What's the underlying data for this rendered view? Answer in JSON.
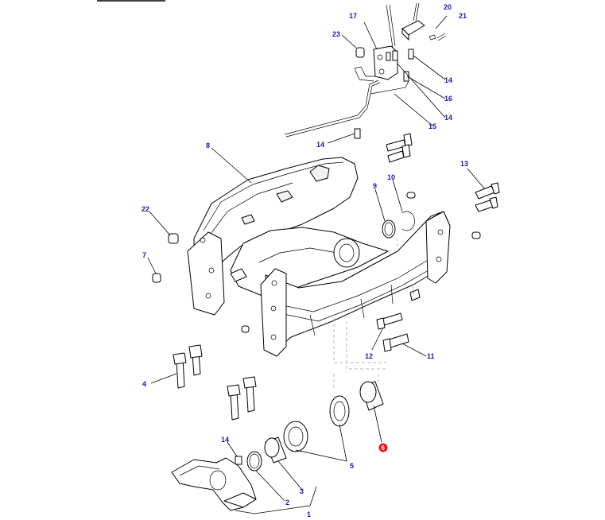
{
  "diagram": {
    "highlight_color": "#e0151b",
    "callout_color": "#1a1aa6",
    "callouts": [
      {
        "id": "c-20",
        "label": "20"
      },
      {
        "id": "c-21",
        "label": "21"
      },
      {
        "id": "c-17",
        "label": "17"
      },
      {
        "id": "c-23",
        "label": "23"
      },
      {
        "id": "c-14a",
        "label": "14"
      },
      {
        "id": "c-16",
        "label": "16"
      },
      {
        "id": "c-14b",
        "label": "14"
      },
      {
        "id": "c-15",
        "label": "15"
      },
      {
        "id": "c-14c",
        "label": "14"
      },
      {
        "id": "c-8",
        "label": "8"
      },
      {
        "id": "c-13",
        "label": "13"
      },
      {
        "id": "c-9",
        "label": "9"
      },
      {
        "id": "c-10",
        "label": "10"
      },
      {
        "id": "c-22",
        "label": "22"
      },
      {
        "id": "c-7",
        "label": "7"
      },
      {
        "id": "c-12",
        "label": "12"
      },
      {
        "id": "c-11",
        "label": "11"
      },
      {
        "id": "c-4",
        "label": "4"
      },
      {
        "id": "c-6",
        "label": "6",
        "highlighted": true
      },
      {
        "id": "c-14d",
        "label": "14"
      },
      {
        "id": "c-5",
        "label": "5"
      },
      {
        "id": "c-3",
        "label": "3"
      },
      {
        "id": "c-2",
        "label": "2"
      },
      {
        "id": "c-1",
        "label": "1"
      }
    ]
  }
}
